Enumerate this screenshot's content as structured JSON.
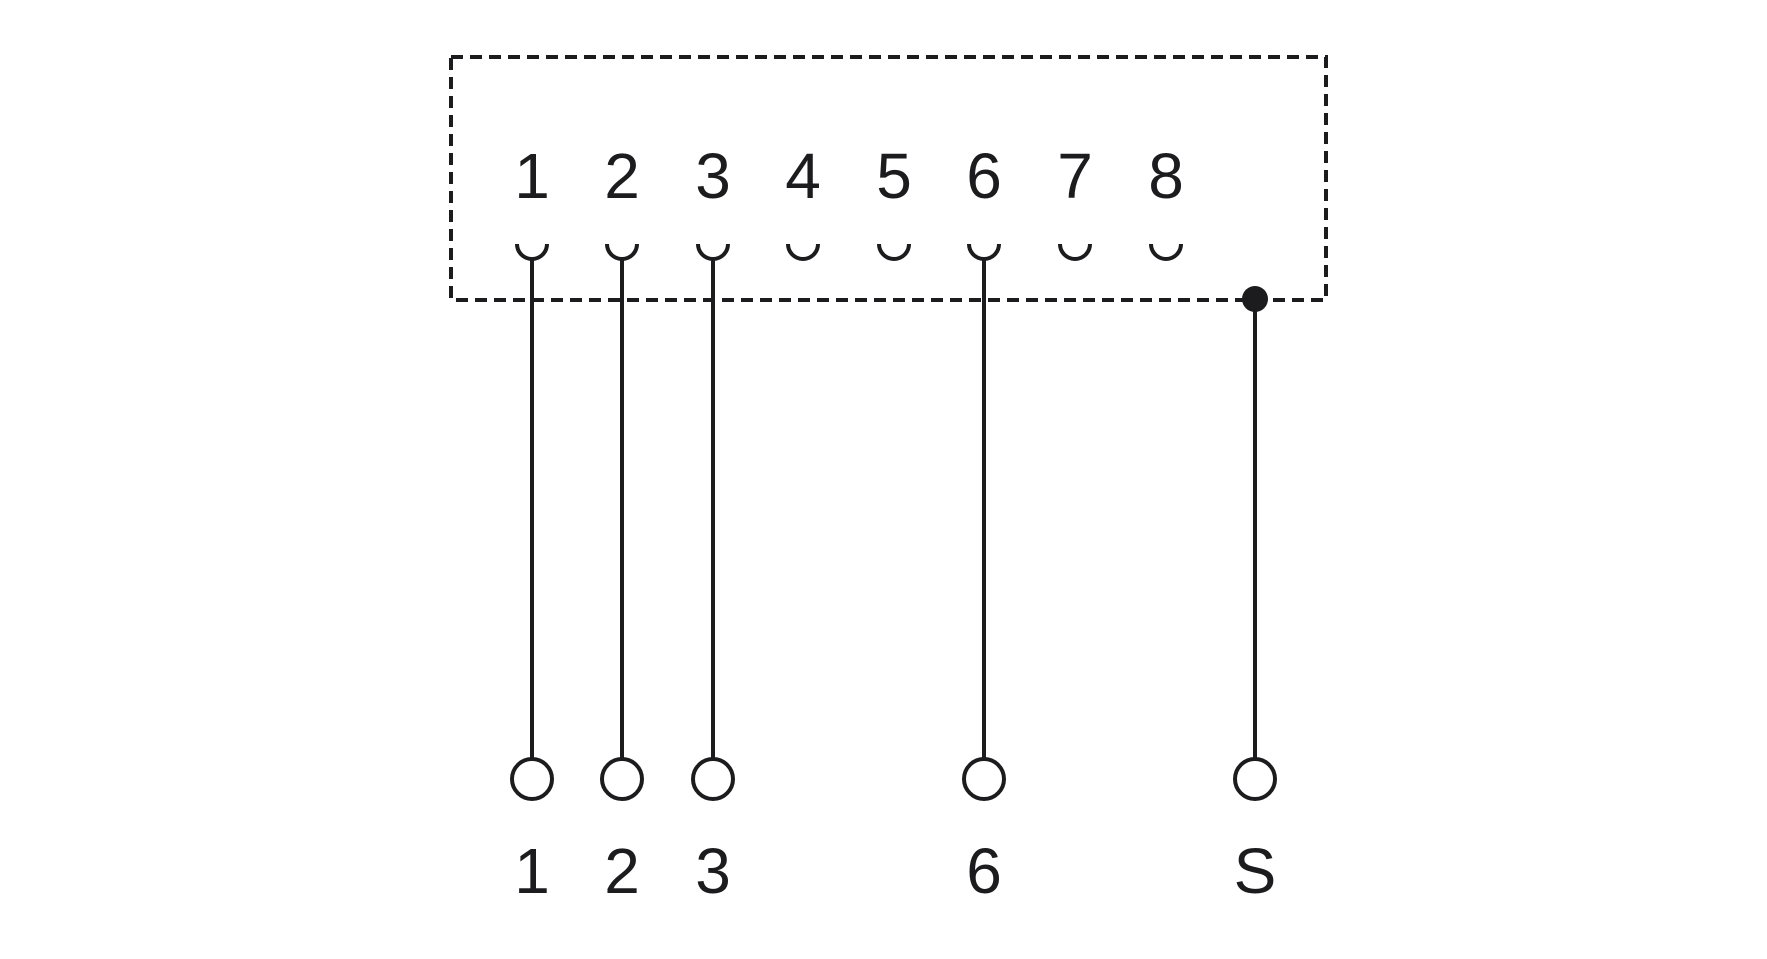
{
  "diagram": {
    "connector_pins": [
      "1",
      "2",
      "3",
      "4",
      "5",
      "6",
      "7",
      "8"
    ],
    "connected_pins": [
      0,
      1,
      2,
      5
    ],
    "terminals": [
      "1",
      "2",
      "3",
      "6",
      "S"
    ],
    "shield_label": "S",
    "line_color": "#1c1c1f"
  }
}
